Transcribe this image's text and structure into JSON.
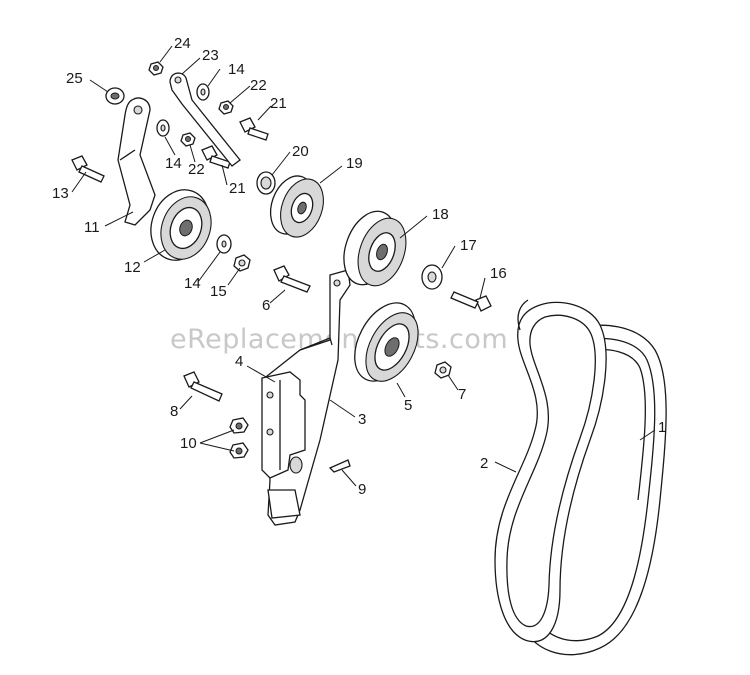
{
  "watermark": "eReplacementParts.com",
  "callouts": [
    "1",
    "2",
    "3",
    "4",
    "5",
    "6",
    "7",
    "8",
    "9",
    "10",
    "11",
    "12",
    "13",
    "14",
    "14",
    "14",
    "15",
    "16",
    "17",
    "18",
    "19",
    "20",
    "21",
    "21",
    "22",
    "22",
    "23",
    "24",
    "25"
  ],
  "colors": {
    "line": "#1a1a1a",
    "shade": "#d8d8d8",
    "dark": "#6e6e6e",
    "watermark": "#c8c8c8"
  }
}
